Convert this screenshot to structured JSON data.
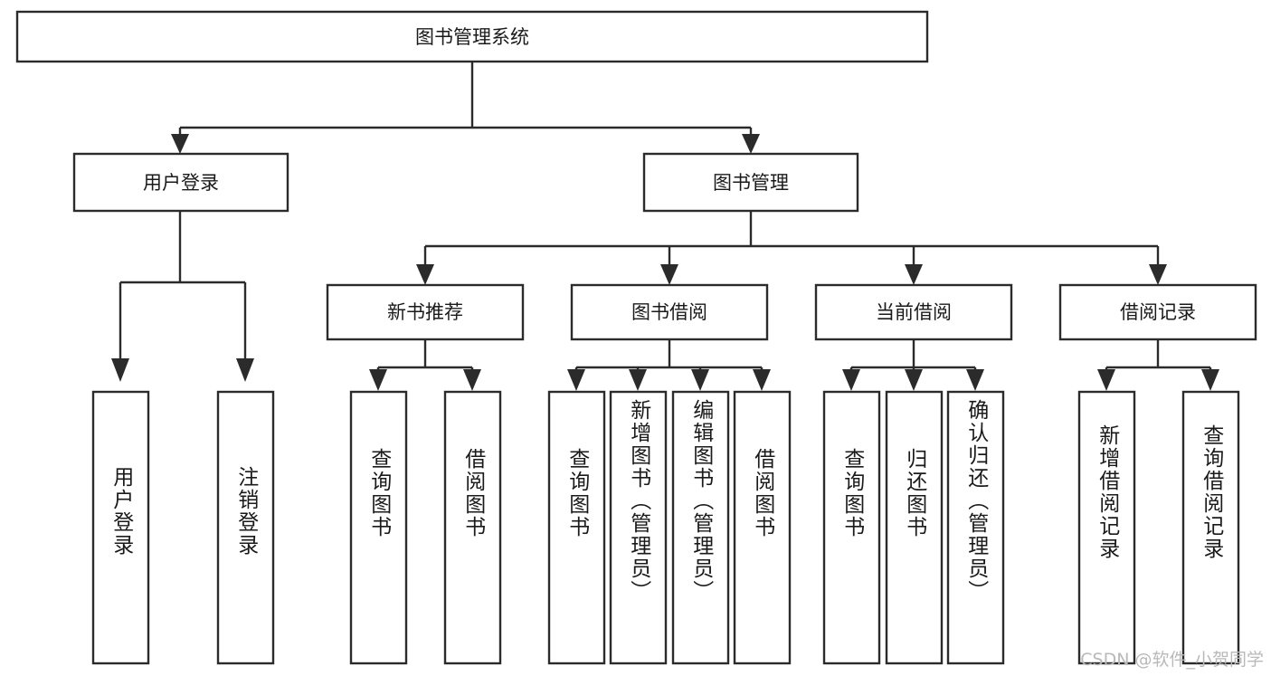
{
  "diagram": {
    "type": "tree-hierarchy",
    "title": "图书管理系统",
    "root": {
      "id": "root",
      "label": "图书管理系统",
      "level": 1
    },
    "level2": [
      {
        "id": "user-login",
        "label": "用户登录"
      },
      {
        "id": "book-management",
        "label": "图书管理"
      }
    ],
    "level3": [
      {
        "id": "new-book-recommend",
        "label": "新书推荐",
        "parent": "book-management"
      },
      {
        "id": "book-borrow",
        "label": "图书借阅",
        "parent": "book-management"
      },
      {
        "id": "current-borrow",
        "label": "当前借阅",
        "parent": "book-management"
      },
      {
        "id": "borrow-record",
        "label": "借阅记录",
        "parent": "book-management"
      }
    ],
    "leaves": [
      {
        "id": "leaf-user-login",
        "label": "用户登录",
        "parent": "user-login"
      },
      {
        "id": "leaf-logout-login",
        "label": "注销登录",
        "parent": "user-login"
      },
      {
        "id": "leaf-query-book-1",
        "label": "查询图书",
        "parent": "new-book-recommend"
      },
      {
        "id": "leaf-borrow-book-1",
        "label": "借阅图书",
        "parent": "new-book-recommend"
      },
      {
        "id": "leaf-query-book-2",
        "label": "查询图书",
        "parent": "book-borrow"
      },
      {
        "id": "leaf-add-book",
        "label": "新增图书（管理员）",
        "parent": "book-borrow"
      },
      {
        "id": "leaf-edit-book",
        "label": "编辑图书（管理员）",
        "parent": "book-borrow"
      },
      {
        "id": "leaf-borrow-book-2",
        "label": "借阅图书",
        "parent": "book-borrow"
      },
      {
        "id": "leaf-query-book-3",
        "label": "查询图书",
        "parent": "current-borrow"
      },
      {
        "id": "leaf-return-book",
        "label": "归还图书",
        "parent": "current-borrow"
      },
      {
        "id": "leaf-confirm-return",
        "label": "确认归还（管理员）",
        "parent": "current-borrow"
      },
      {
        "id": "leaf-add-record",
        "label": "新增借阅记录",
        "parent": "borrow-record"
      },
      {
        "id": "leaf-query-record",
        "label": "查询借阅记录",
        "parent": "borrow-record"
      }
    ],
    "colors": {
      "stroke": "#2b2b2b",
      "fill": "#ffffff",
      "text": "#1a1a1a",
      "watermark": "#b9b9b9"
    }
  },
  "watermark": {
    "text": "CSDN @软件_小贺同学"
  }
}
